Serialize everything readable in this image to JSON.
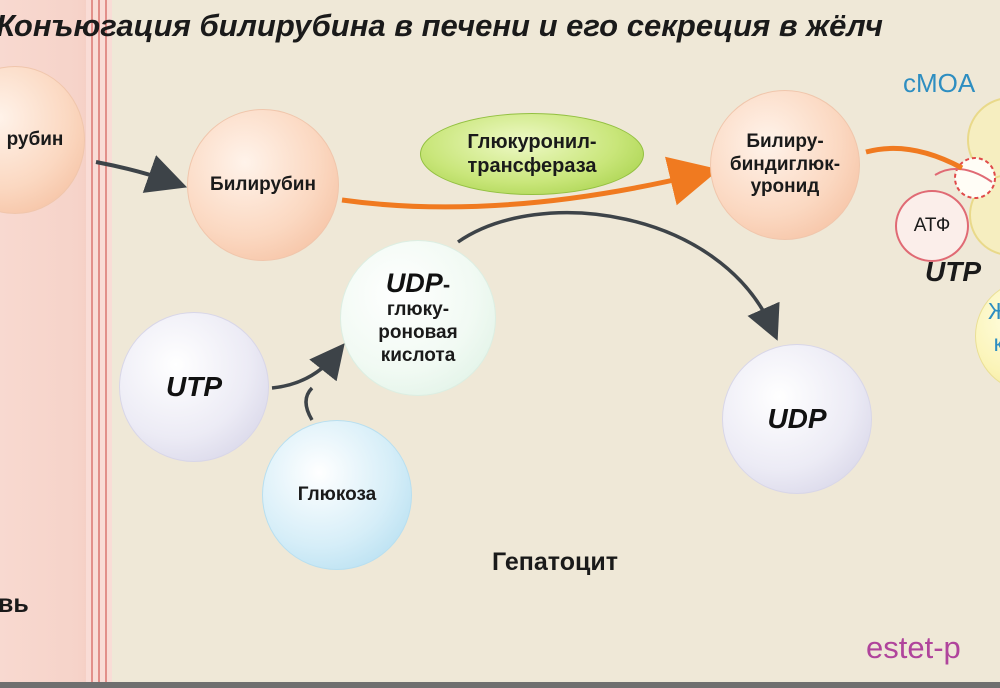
{
  "title": "Конъюгация билирубина в печени и его секреция в жёлч",
  "blood": {
    "bilirubin_label": "рубин",
    "label": "вь"
  },
  "hepatocyte": {
    "bilirubin_label": "Билирубин",
    "enzyme_label": [
      "Глюкуронил-",
      "трансфераза"
    ],
    "product_label": [
      "Билиру-",
      "биндиглюк-",
      "уронид"
    ],
    "udp_glucuronic_label": {
      "head": "UDP",
      "dash": "-",
      "lines": [
        "глюку-",
        "роновая",
        "кислота"
      ]
    },
    "utp_label": "UTP",
    "glucose_label": "Глюкоза",
    "udp_label": "UDP",
    "cell_label": "Гепатоцит"
  },
  "transporter": {
    "name": "cMOA",
    "atp_label": "АТФ",
    "utp_label": "UTP",
    "bile_label": [
      "Ж",
      "к"
    ]
  },
  "watermark": "estet-p",
  "colors": {
    "background": "#efe8d7",
    "conjugation_arrow": "#f07a20",
    "dark_arrow": "#3d4348",
    "transporter_text": "#2e8ec1",
    "watermark": "#b0449c",
    "enzyme": "#b3dc5c"
  }
}
